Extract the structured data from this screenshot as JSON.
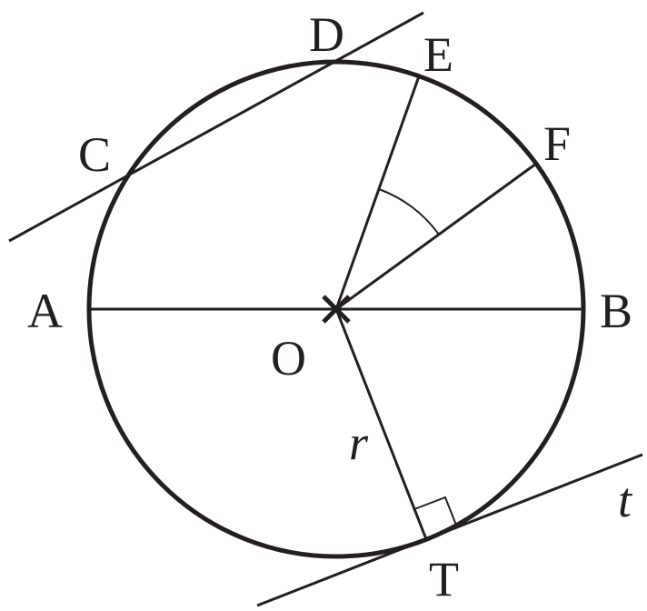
{
  "diagram": {
    "title": "Circle with centre O, chord CD, radii, tangent t at T",
    "labels": {
      "A": "A",
      "B": "B",
      "C": "C",
      "D": "D",
      "E": "E",
      "F": "F",
      "O": "O",
      "T": "T",
      "r": "r",
      "t": "t"
    },
    "colors": {
      "ink": "#231f20",
      "background": "#ffffff"
    }
  }
}
